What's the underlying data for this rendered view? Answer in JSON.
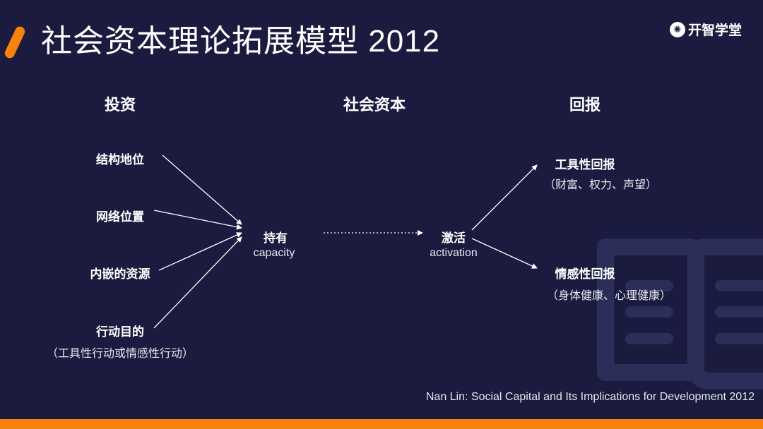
{
  "title": "社会资本理论拓展模型 2012",
  "logo": {
    "text": "开智学堂",
    "icon": "brain-icon"
  },
  "columns": {
    "investment": "投资",
    "social_capital": "社会资本",
    "returns": "回报"
  },
  "inputs": [
    "结构地位",
    "网络位置",
    "内嵌的资源",
    "行动目的"
  ],
  "inputs_note": "（工具性行动或情感性行动）",
  "hold": {
    "label": "持有",
    "sub": "capacity"
  },
  "activate": {
    "label": "激活",
    "sub": "activation"
  },
  "returns": [
    {
      "label": "工具性回报",
      "note": "（财富、权力、声望）"
    },
    {
      "label": "情感性回报",
      "note": "（身体健康、心理健康）"
    }
  ],
  "citation": "Nan Lin: Social Capital and Its Implications for Development 2012",
  "colors": {
    "background": "#1a1b3e",
    "accent": "#f7820e"
  }
}
